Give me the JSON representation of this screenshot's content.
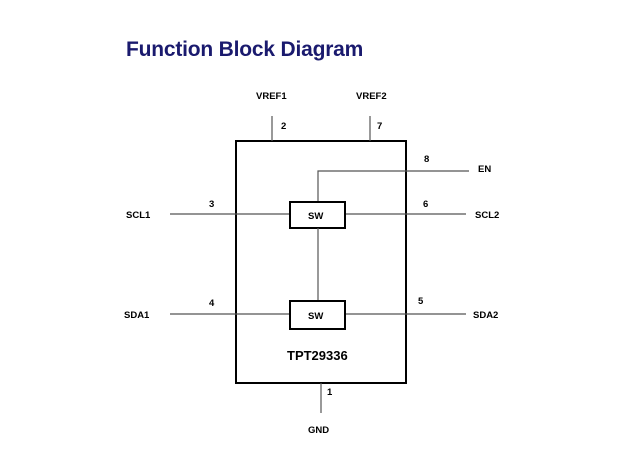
{
  "title": "Function Block Diagram",
  "chip": {
    "name": "TPT29336"
  },
  "switches": {
    "top": "SW",
    "bottom": "SW"
  },
  "pins": {
    "vref1": {
      "name": "VREF1",
      "number": "2"
    },
    "vref2": {
      "name": "VREF2",
      "number": "7"
    },
    "en": {
      "name": "EN",
      "number": "8"
    },
    "scl1": {
      "name": "SCL1",
      "number": "3"
    },
    "scl2": {
      "name": "SCL2",
      "number": "6"
    },
    "sda1": {
      "name": "SDA1",
      "number": "4"
    },
    "sda2": {
      "name": "SDA2",
      "number": "5"
    },
    "gnd": {
      "name": "GND",
      "number": "1"
    }
  },
  "colors": {
    "title": "#1a1a6e",
    "line": "#000000",
    "wire": "#555555"
  }
}
